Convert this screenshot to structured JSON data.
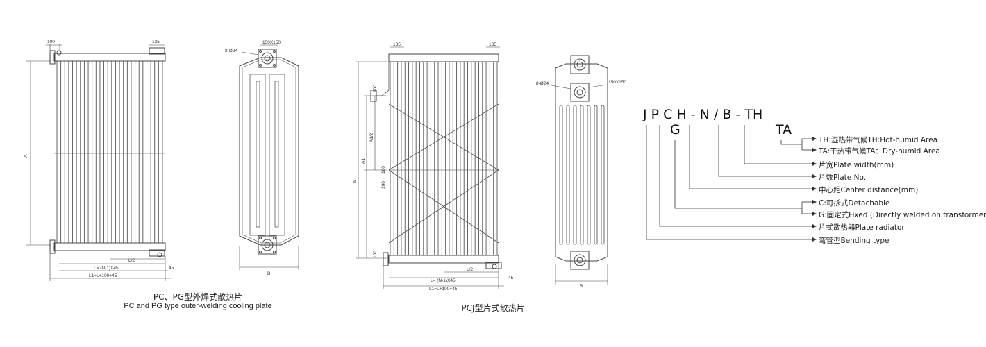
{
  "drawing1": {
    "dims": {
      "top_left": "100",
      "top_right": "135",
      "height": "A",
      "half": "L/2",
      "pitch": "L= (N-1)X45",
      "end": "45",
      "overall": "L1=L+100+45"
    },
    "caption_cn": "PC、PG型外焊式散热片",
    "caption_en": "PC and PG type outer-welding cooling plate"
  },
  "drawing2": {
    "dims": {
      "flange": "150X150",
      "holes": "8-Ø24",
      "width": "B"
    }
  },
  "drawing3": {
    "dims": {
      "top_left": "135",
      "top_right": "135",
      "upper": "100",
      "a1half": "A1/2",
      "a1": "A1",
      "a": "A",
      "mid": "100",
      "mid2": "100",
      "lower": "100",
      "half": "L/2",
      "pitch": "L= (N-1)X45",
      "end": "45",
      "overall": "L1=L+100+45"
    },
    "caption": "PCJ型片式散热片"
  },
  "drawing4": {
    "dims": {
      "holes": "8-Ø24",
      "flange": "150X150",
      "width": "B"
    }
  },
  "model_code": {
    "line1": "J P C H - N / B - TH",
    "line2": "G",
    "line2b": "TA",
    "legend": [
      "TH:湿热带气候TH:Hot-humid Area",
      "TA:干热带气候TA：Dry-humid Area",
      "片宽Plate width(mm)",
      "片数Plate No.",
      "中心距Center distance(mm)",
      "C:可拆式Detachable",
      "G:固定式Fixed (Directly welded on transformer tank)",
      "片式散热器Plate radiator",
      "弯管型Bending type"
    ]
  }
}
